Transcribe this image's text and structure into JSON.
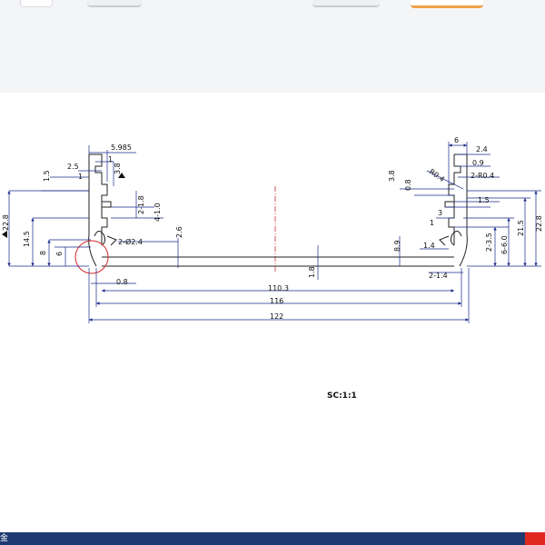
{
  "drawing": {
    "scale_label": "SC:1:1",
    "dims": {
      "d5985": "5.985",
      "d1a": "1",
      "d2_5": "2.5",
      "d1b": "1",
      "d3_8_top": "3.8",
      "d1_5_left": "1.5",
      "d2_1_8": "2-1.8",
      "d4_1_0": "4-1.0",
      "d22_8_left": "22.8",
      "d14_5": "14.5",
      "d2_phi2_4": "2-Ø2.4",
      "d2_6": "2.6",
      "d8": "8",
      "d6_left": "6",
      "d0_8_bottom": "0.8",
      "d1_8": "1.8",
      "d110_3": "110.3",
      "d116": "116",
      "d122": "122",
      "d6_top": "6",
      "d2_4_right": "2.4",
      "d0_9": "0.9",
      "dR0_4": "R0.4",
      "d2_R0_4": "2-R0.4",
      "d3_8_right": "3.8",
      "d0_8_right": "0.8",
      "d1_5_right": "1.5",
      "d3": "3",
      "d1_right": "1",
      "d2_3_5": "2-3.5",
      "d6_6_0": "6-6.0",
      "d21_5": "21.5",
      "d22_8_right": "22.8",
      "d8_9": "8.9",
      "d1_4": "1.4",
      "d2_1_4": "2-1.4"
    }
  },
  "taskbar": {
    "label": "金"
  }
}
